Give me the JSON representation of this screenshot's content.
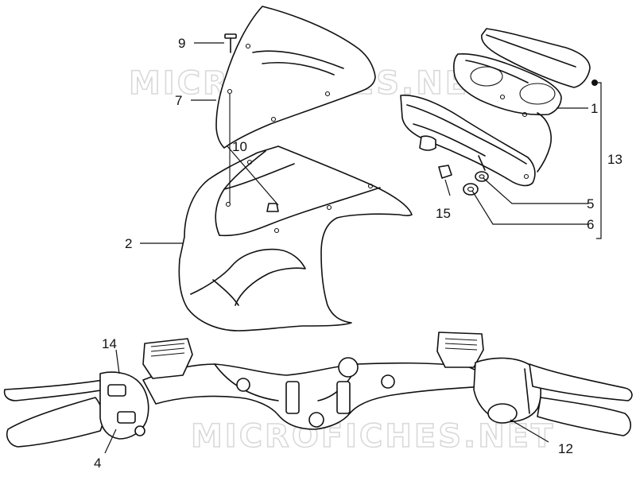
{
  "watermark": {
    "top": "MICROFICHES.NET",
    "bottom": "MICROFICHES.NET"
  },
  "callouts": {
    "c1": "1",
    "c2": "2",
    "c4": "4",
    "c5": "5",
    "c6": "6",
    "c7": "7",
    "c9": "9",
    "c10": "10",
    "c12": "12",
    "c13": "13",
    "c14": "14",
    "c15": "15"
  }
}
